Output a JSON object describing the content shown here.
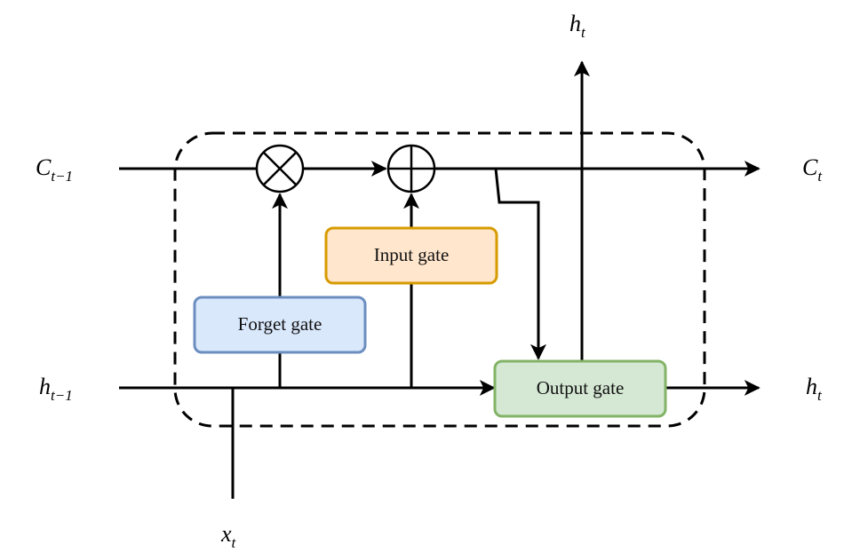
{
  "diagram": {
    "labels": {
      "c_prev": {
        "main": "C",
        "sub": "t−1"
      },
      "c_next": {
        "main": "C",
        "sub": "t"
      },
      "h_prev": {
        "main": "h",
        "sub": "t−1"
      },
      "h_next": {
        "main": "h",
        "sub": "t"
      },
      "h_top": {
        "main": "h",
        "sub": "t"
      },
      "x_in": {
        "main": "x",
        "sub": "t"
      }
    },
    "gates": {
      "forget": {
        "label": "Forget gate",
        "fill": "#dae8fc",
        "stroke": "#6c8ebf"
      },
      "input": {
        "label": "Input gate",
        "fill": "#ffe6cc",
        "stroke": "#d79b00"
      },
      "output": {
        "label": "Output gate",
        "fill": "#d5e8d4",
        "stroke": "#82b366"
      }
    },
    "operators": {
      "multiply": "multiply-operator",
      "add": "add-operator"
    }
  }
}
